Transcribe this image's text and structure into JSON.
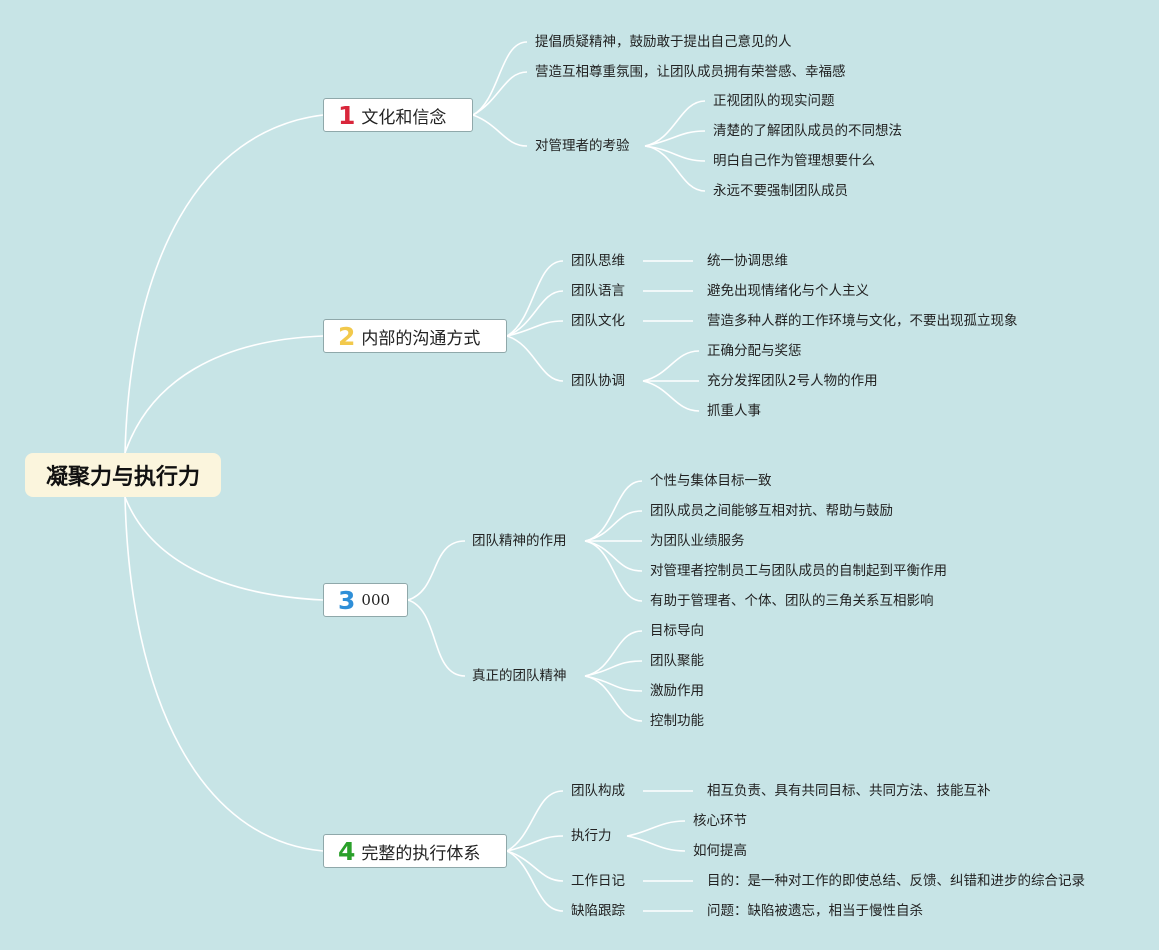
{
  "root": {
    "label": "凝聚力与执行力"
  },
  "colors": {
    "background": "#c7e4e6",
    "root_fill": "#fbf5dd",
    "connector": "#ffffff",
    "num1": "#d9263b",
    "num2": "#f2c94c",
    "num3": "#2f8fd8",
    "num4": "#2aa02a"
  },
  "branches": [
    {
      "number": "1",
      "label": "文化和信念",
      "children": [
        {
          "label": "提倡质疑精神，鼓励敢于提出自己意见的人"
        },
        {
          "label": "营造互相尊重氛围，让团队成员拥有荣誉感、幸福感"
        },
        {
          "label": "对管理者的考验",
          "children": [
            {
              "label": "正视团队的现实问题"
            },
            {
              "label": "清楚的了解团队成员的不同想法"
            },
            {
              "label": "明白自己作为管理想要什么"
            },
            {
              "label": "永远不要强制团队成员"
            }
          ]
        }
      ]
    },
    {
      "number": "2",
      "label": "内部的沟通方式",
      "children": [
        {
          "label": "团队思维",
          "children": [
            {
              "label": "统一协调思维"
            }
          ]
        },
        {
          "label": "团队语言",
          "children": [
            {
              "label": "避免出现情绪化与个人主义"
            }
          ]
        },
        {
          "label": "团队文化",
          "children": [
            {
              "label": "营造多种人群的工作环境与文化，不要出现孤立现象"
            }
          ]
        },
        {
          "label": "团队协调",
          "children": [
            {
              "label": "正确分配与奖惩"
            },
            {
              "label": "充分发挥团队2号人物的作用"
            },
            {
              "label": "抓重人事"
            }
          ]
        }
      ]
    },
    {
      "number": "3",
      "label": "000",
      "children": [
        {
          "label": "团队精神的作用",
          "children": [
            {
              "label": "个性与集体目标一致"
            },
            {
              "label": "团队成员之间能够互相对抗、帮助与鼓励"
            },
            {
              "label": "为团队业绩服务"
            },
            {
              "label": "对管理者控制员工与团队成员的自制起到平衡作用"
            },
            {
              "label": "有助于管理者、个体、团队的三角关系互相影响"
            }
          ]
        },
        {
          "label": "真正的团队精神",
          "children": [
            {
              "label": "目标导向"
            },
            {
              "label": "团队聚能"
            },
            {
              "label": "激励作用"
            },
            {
              "label": "控制功能"
            }
          ]
        }
      ]
    },
    {
      "number": "4",
      "label": "完整的执行体系",
      "children": [
        {
          "label": "团队构成",
          "children": [
            {
              "label": "相互负责、具有共同目标、共同方法、技能互补"
            }
          ]
        },
        {
          "label": "执行力",
          "children": [
            {
              "label": "核心环节"
            },
            {
              "label": "如何提高"
            }
          ]
        },
        {
          "label": "工作日记",
          "children": [
            {
              "label": "目的：是一种对工作的即使总结、反馈、纠错和进步的综合记录"
            }
          ]
        },
        {
          "label": "缺陷跟踪",
          "children": [
            {
              "label": "问题：缺陷被遗忘，相当于慢性自杀"
            }
          ]
        }
      ]
    }
  ]
}
